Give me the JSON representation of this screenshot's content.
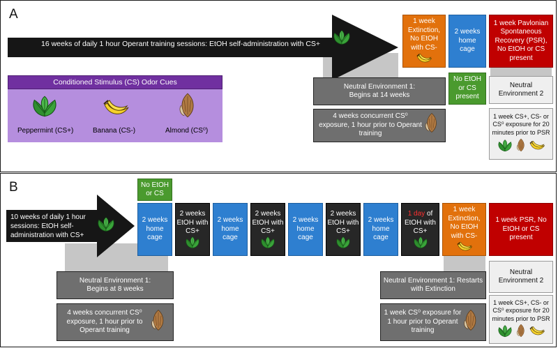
{
  "panelA": {
    "label": "A",
    "arrow_text": "16 weeks of daily 1 hour Operant training sessions: EtOH self-administration with CS+",
    "box_extinction": "1 week Extinction, No EtOH with CS-",
    "box_home": "2 weeks home cage",
    "box_psr": "1 week Pavlonian Spontaneous Recovery (PSR), No EtOH or CS present",
    "neutral1": "Neutral Environment 1: Begins at 14 weeks",
    "no_etoh": "No EtOH or CS present",
    "neutral2": "Neutral Environment 2",
    "cs0_exposure": "4 weeks concurrent CS⁰ exposure, 1 hour prior to Operant training",
    "final_exposure": "1 week CS+, CS- or CS⁰ exposure for 20 minutes prior to PSR",
    "legend": {
      "title": "Conditioned Stimulus (CS) Odor Cues",
      "peppermint": "Peppermint (CS+)",
      "banana": "Banana (CS-)",
      "almond": "Almond (CS⁰)"
    }
  },
  "panelB": {
    "label": "B",
    "arrow_text": "10 weeks of daily 1 hour sessions: EtOH self-administration with CS+",
    "no_etoh_top": "No EtOH or CS",
    "home_cage": "2 weeks home cage",
    "etoh_cs": "2 weeks EtOH with CS+",
    "one_day_red": "1 day",
    "one_day_rest": "of EtOH with CS+",
    "extinction": "1 week Extinction, No EtOH with CS-",
    "psr": "1 week PSR, No EtOH or CS present",
    "neutral1": "Neutral Environment 1: Begins at 8 weeks",
    "cs0_exposure": "4 weeks concurrent CS⁰ exposure, 1 hour prior to Operant training",
    "neutral_restart": "Neutral Environment 1: Restarts with Extinction",
    "cs0_week": "1 week CS⁰ exposure for 1 hour prior to Operant training",
    "neutral2": "Neutral Environment 2",
    "final_exposure": "1 week CS+, CS- or CS⁰ exposure for 20 minutes prior to PSR"
  },
  "colors": {
    "extinction": "#e2710c",
    "home_cage": "#2e7fd0",
    "psr": "#c00000",
    "etoh": "#272727",
    "no_etoh": "#4a9a2e",
    "neutral": "#6f6f6f",
    "legend_bg": "#b58ede",
    "legend_title": "#7030a0"
  },
  "icons": [
    "mint-leaf-icon",
    "banana-icon",
    "almond-icon"
  ]
}
